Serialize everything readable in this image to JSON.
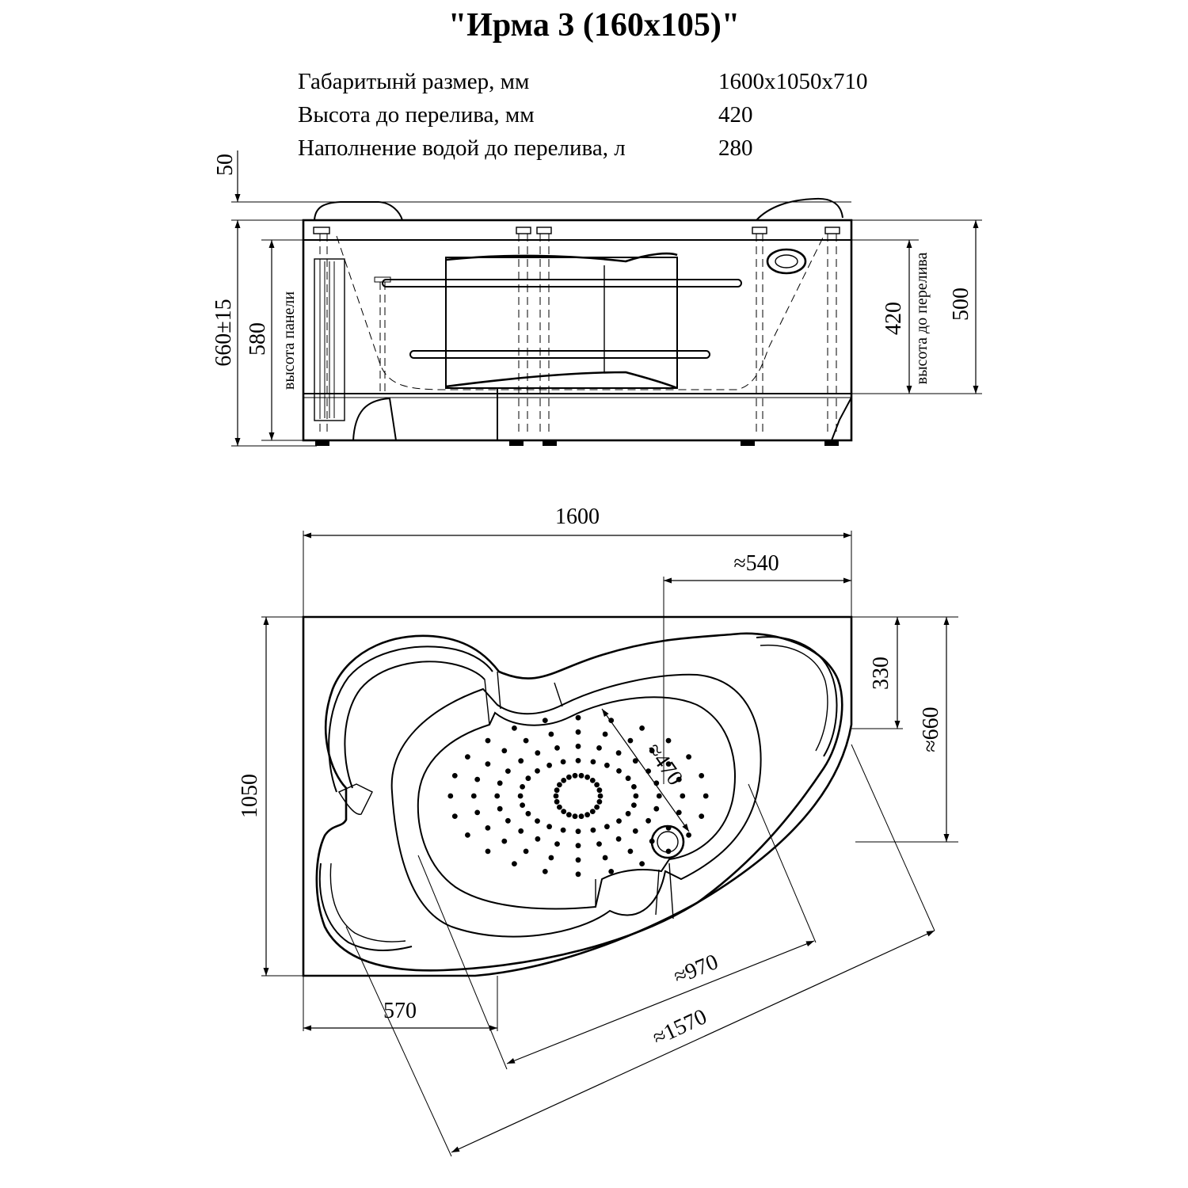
{
  "title": "\"Ирма 3 (160х105)\"",
  "specs": [
    {
      "label": "Габаритынй размер, мм",
      "value": "1600х1050х710"
    },
    {
      "label": "Высота до перелива, мм",
      "value": "420"
    },
    {
      "label": "Наполнение водой до перелива, л",
      "value": "280"
    }
  ],
  "side_view": {
    "dim_top": "50",
    "dim_total_height": "660±15",
    "dim_panel_height": "580",
    "label_panel_height": "высота панели",
    "dim_overflow_height": "420",
    "label_overflow_height": "высота до перелива",
    "dim_right_height": "500"
  },
  "top_view": {
    "dim_length": "1600",
    "dim_540": "≈540",
    "dim_330": "330",
    "dim_660": "≈660",
    "dim_width": "1050",
    "dim_470": "≈470",
    "dim_970": "≈970",
    "dim_570": "570",
    "dim_1570": "≈1570"
  }
}
